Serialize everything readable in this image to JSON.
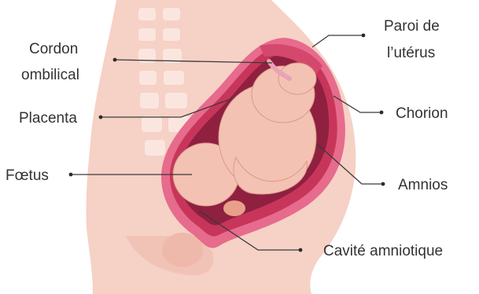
{
  "diagram": {
    "labels": {
      "cordon_line1": "Cordon",
      "cordon_line2": "ombilical",
      "placenta": "Placenta",
      "foetus": "Fœtus",
      "paroi_line1": "Paroi de",
      "paroi_line2": "l’utérus",
      "chorion": "Chorion",
      "amnios": "Amnios",
      "cavite": "Cavité amniotique"
    },
    "colors": {
      "body_skin": "#f6d1c6",
      "spine": "#fbe6df",
      "uterus_wall": "#e76b8c",
      "chorion": "#c7365a",
      "amnios": "#b52b4f",
      "cavity": "#8f2040",
      "foetus": "#f3c2b3",
      "leader": "#3a3a3a"
    }
  }
}
